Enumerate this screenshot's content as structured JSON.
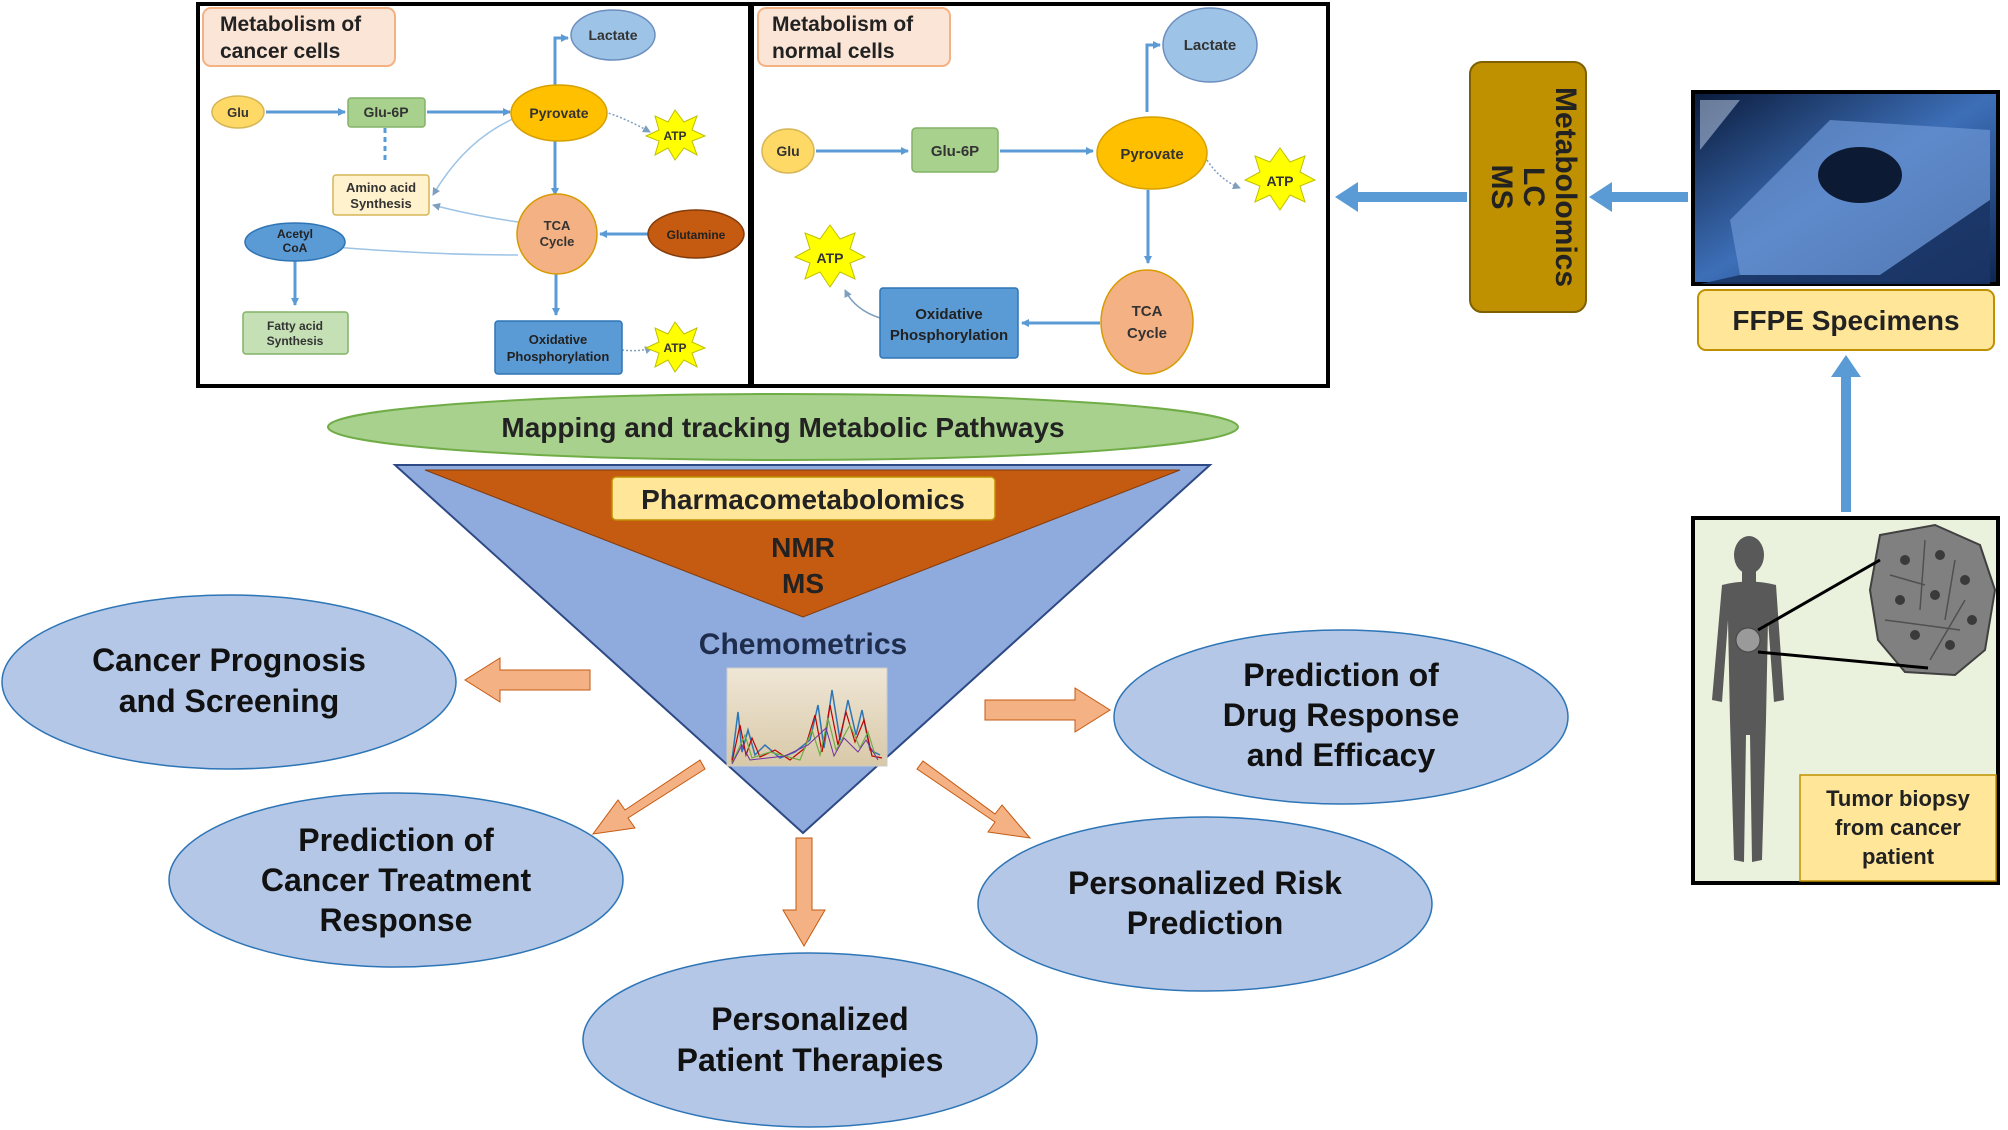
{
  "cancer_panel": {
    "title_line1": "Metabolism of",
    "title_line2": "cancer cells",
    "glu": "Glu",
    "glu6p": "Glu-6P",
    "pyrovate": "Pyrovate",
    "lactate": "Lactate",
    "atp1": "ATP",
    "amino_line1": "Amino acid",
    "amino_line2": "Synthesis",
    "tca_line1": "TCA",
    "tca_line2": "Cycle",
    "glutamine": "Glutamine",
    "acetyl_line1": "Acetyl",
    "acetyl_line2": "CoA",
    "fatty_line1": "Fatty acid",
    "fatty_line2": "Synthesis",
    "oxphos_line1": "Oxidative",
    "oxphos_line2": "Phosphorylation",
    "atp2": "ATP"
  },
  "normal_panel": {
    "title_line1": "Metabolism of",
    "title_line2": "normal cells",
    "glu": "Glu",
    "glu6p": "Glu-6P",
    "pyrovate": "Pyrovate",
    "lactate": "Lactate",
    "atp1": "ATP",
    "atp2": "ATP",
    "oxphos_line1": "Oxidative",
    "oxphos_line2": "Phosphorylation",
    "tca_line1": "TCA",
    "tca_line2": "Cycle"
  },
  "metabolomics_box": {
    "line1": "Metabolomics",
    "line2": "LC",
    "line3": "MS"
  },
  "ffpe_label": "FFPE Specimens",
  "biopsy": {
    "line1": "Tumor biopsy",
    "line2": "from cancer",
    "line3": "patient"
  },
  "mapping_label": "Mapping and tracking Metabolic Pathways",
  "funnel": {
    "pharmaco": "Pharmacometabolomics",
    "nmr": "NMR",
    "ms": "MS",
    "chemometrics": "Chemometrics"
  },
  "outcomes": {
    "prognosis_line1": "Cancer Prognosis",
    "prognosis_line2": "and Screening",
    "drug_line1": "Prediction of",
    "drug_line2": "Drug Response",
    "drug_line3": "and Efficacy",
    "treatment_line1": "Prediction of",
    "treatment_line2": "Cancer Treatment",
    "treatment_line3": "Response",
    "risk_line1": "Personalized Risk",
    "risk_line2": "Prediction",
    "therapy_line1": "Personalized",
    "therapy_line2": "Patient Therapies"
  },
  "colors": {
    "ellipse_fill": "#b4c7e7",
    "ellipse_stroke": "#2e75b6",
    "arrow_blue": "#5b9bd5",
    "arrow_orange": "#f4b183",
    "funnel_blue": "#8faadc",
    "funnel_orange": "#c55a11",
    "mapping_green": "#a9d18e",
    "label_yellow": "#ffe699",
    "metabolomics_gold": "#bf9000"
  }
}
